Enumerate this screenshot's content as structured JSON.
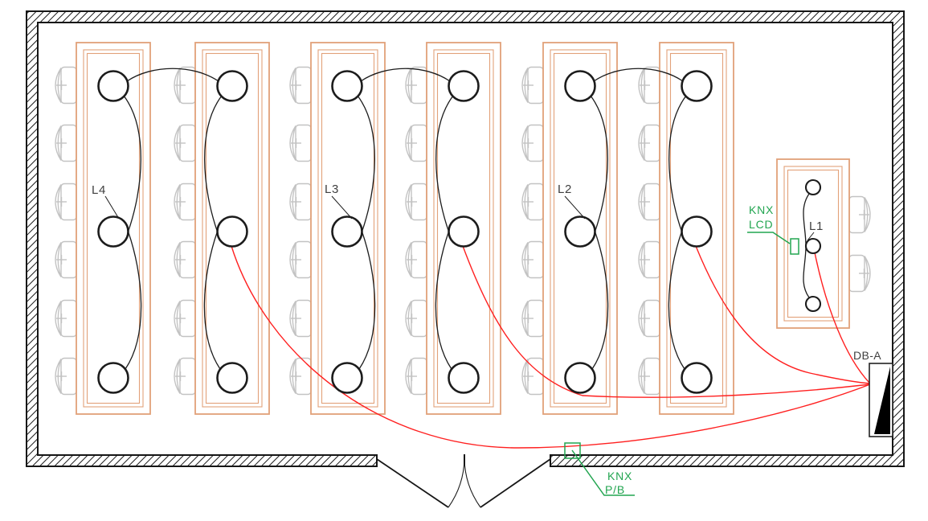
{
  "drawing": {
    "kind": "lighting-layout-floor-plan",
    "labels": {
      "l1": "L1",
      "l2": "L2",
      "l3": "L3",
      "l4": "L4",
      "db": "DB-A",
      "knx_lcd": [
        "KNX",
        "LCD"
      ],
      "knx_pb": [
        "KNX",
        "P/B"
      ]
    },
    "colors": {
      "desk": "#e2a179",
      "chair": "#c3c3c3",
      "wire": "#1c1c1c",
      "red": "#ff2020",
      "green": "#22a550",
      "label": "#3f3f3f",
      "wall": "#161616"
    },
    "summary": {
      "desk_rows_large": 6,
      "desk_rows_small": 1,
      "lamps_large": 18,
      "lamps_small": 3,
      "chairs": 38,
      "door": "double-swing, bottom wall",
      "distribution_board": "DB-A",
      "circuits": [
        {
          "id": "L1",
          "lamps": 3
        },
        {
          "id": "L2",
          "lamps": 6
        },
        {
          "id": "L3",
          "lamps": 6
        },
        {
          "id": "L4",
          "lamps": 6
        }
      ],
      "knx_devices": [
        "LCD panel (on L1 desk)",
        "Push button (at door)"
      ]
    }
  }
}
